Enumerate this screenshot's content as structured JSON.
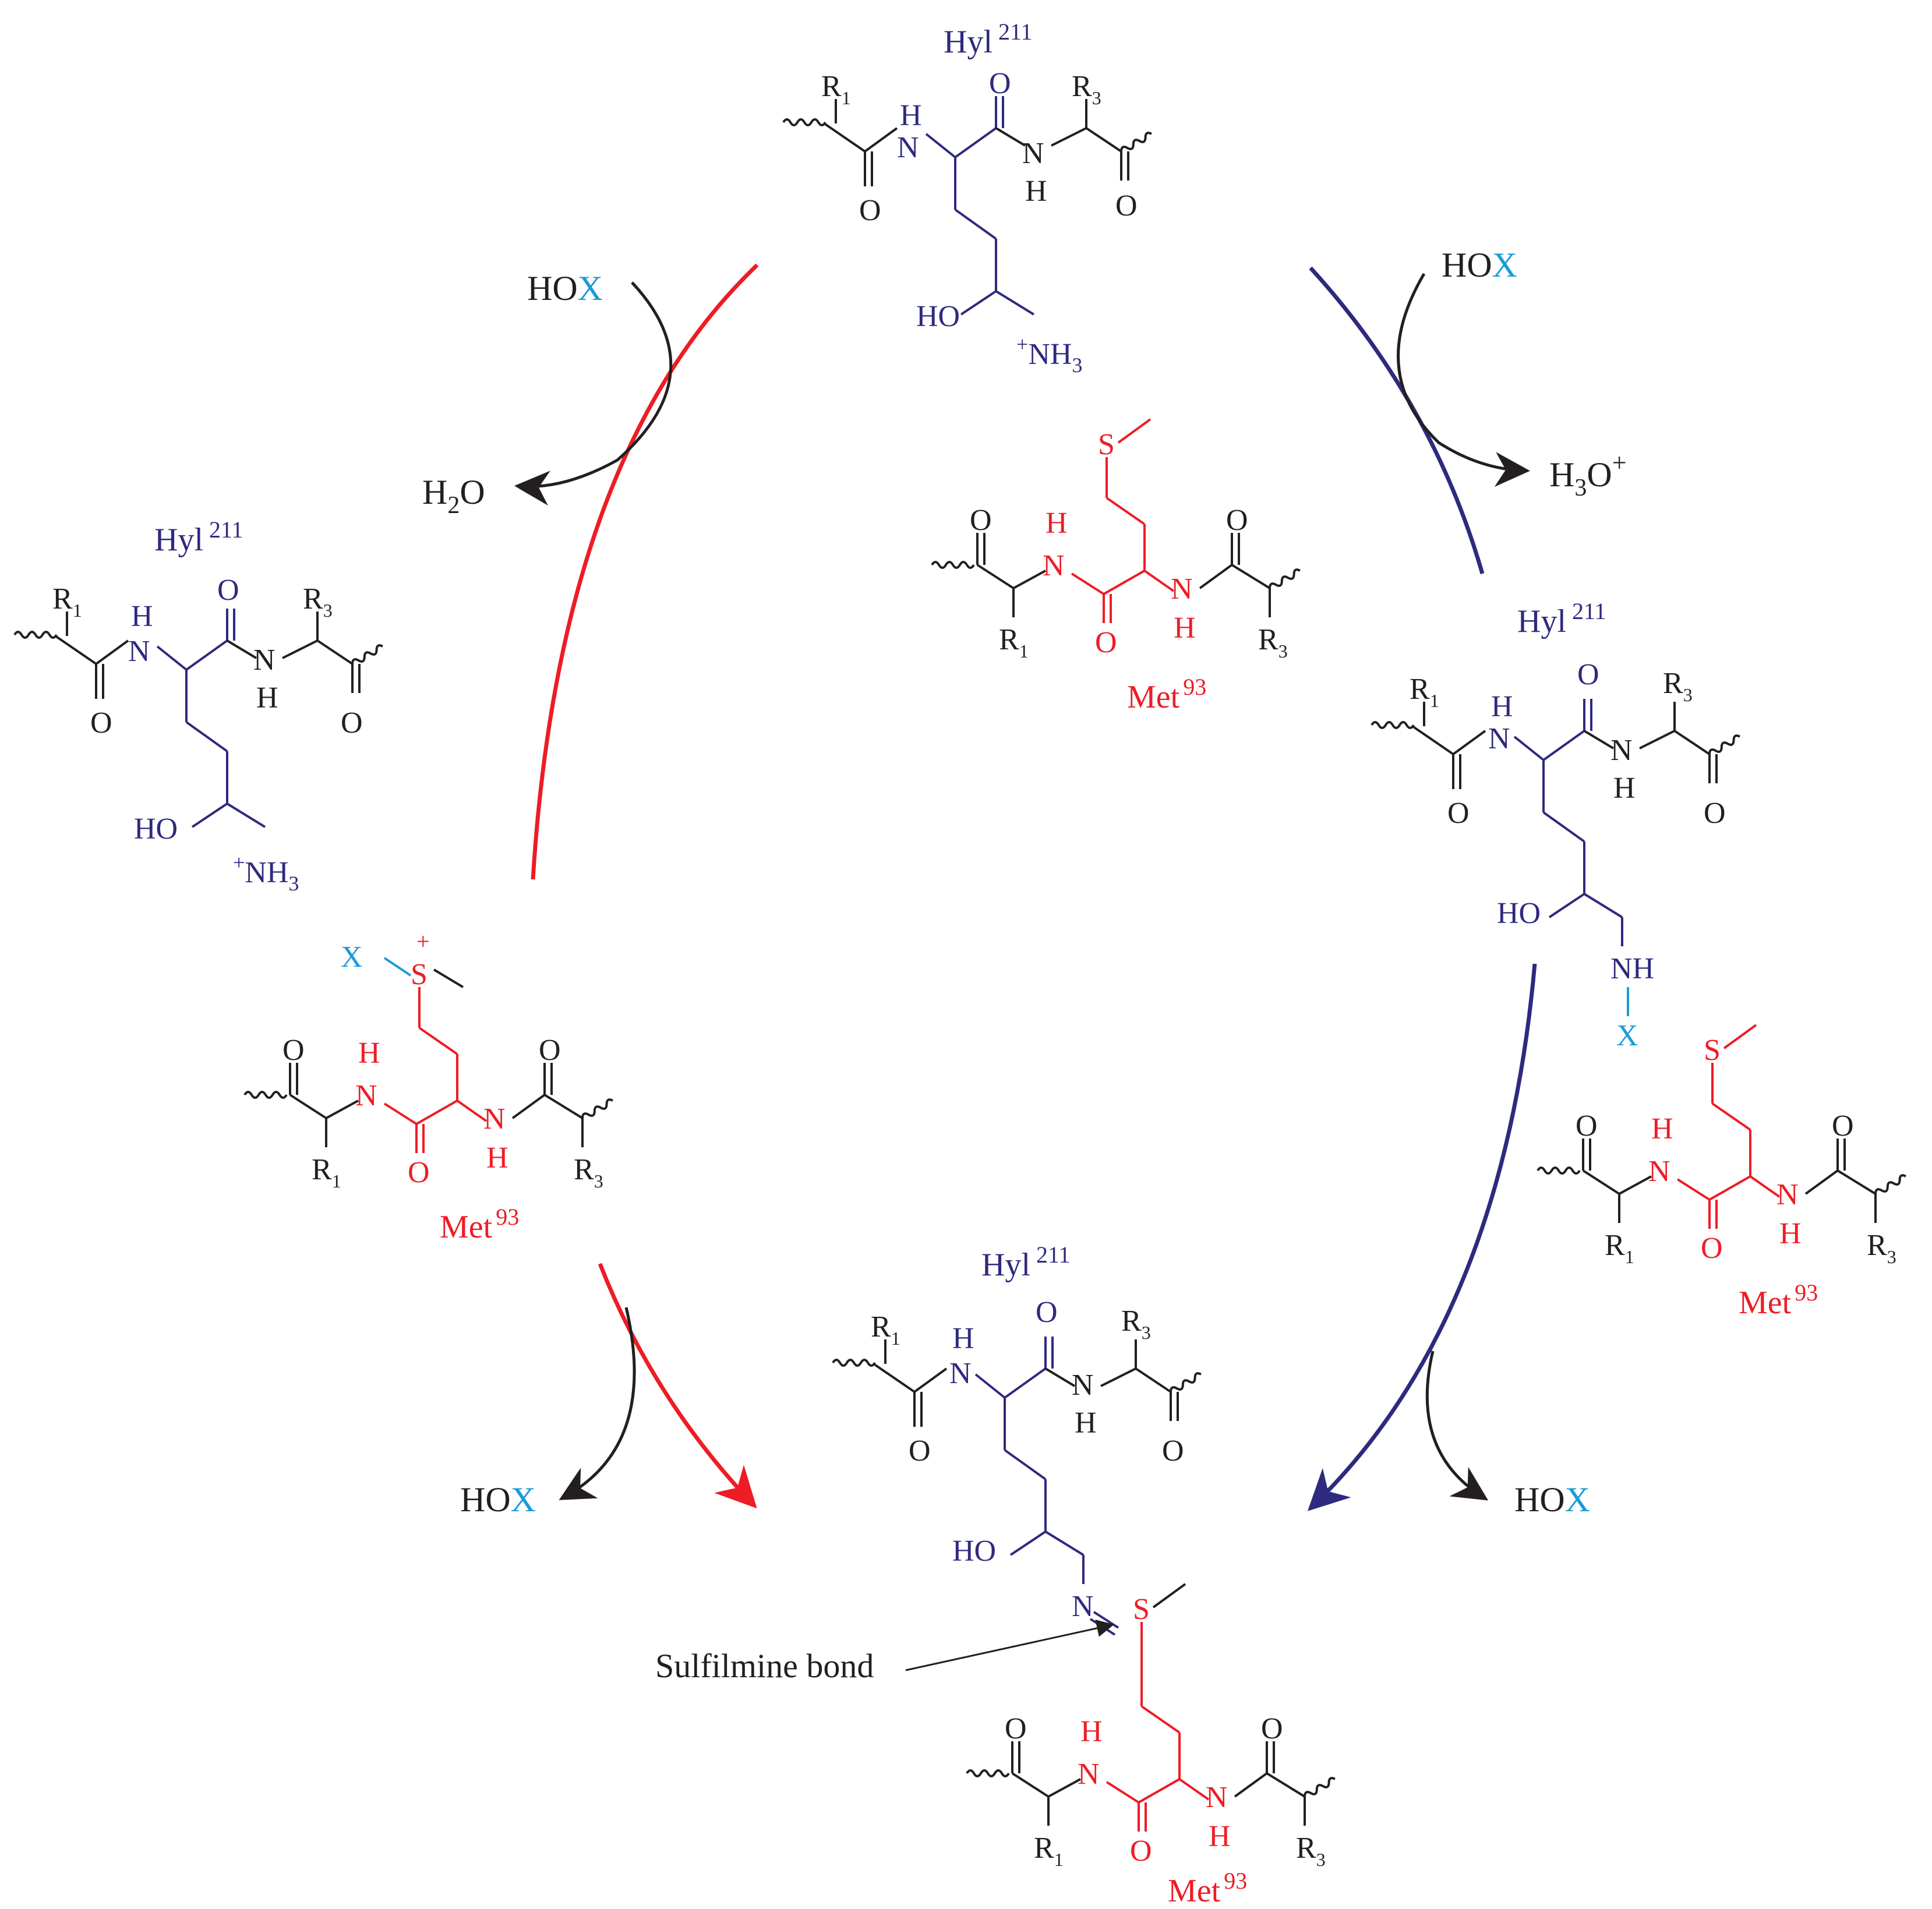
{
  "colors": {
    "hyl": "#2e2a7e",
    "met": "#ee1c25",
    "halogen": "#1b9bd8",
    "black": "#231f20",
    "red_arrow": "#ee1c25",
    "blue_arrow": "#2e2a7e"
  },
  "labels": {
    "hyl_name": "Hyl",
    "hyl_num": "211",
    "met_name": "Met",
    "met_num": "93",
    "hox_ho": "HO",
    "x": "X",
    "h2o_h": "H",
    "h2o_sub": "2",
    "h2o_o": "O",
    "h3o_h": "H",
    "h3o_sub": "3",
    "h3o_o": "O",
    "h3o_plus": "+",
    "sulfilimine_bond": "Sulfilmine bond"
  },
  "atoms": {
    "R": "R",
    "sub1": "1",
    "sub3": "3",
    "N": "N",
    "H": "H",
    "O": "O",
    "HO": "HO",
    "NH": "NH",
    "NH3_main": "NH",
    "NH3_sub": "3",
    "plus": "+",
    "S": "S"
  }
}
